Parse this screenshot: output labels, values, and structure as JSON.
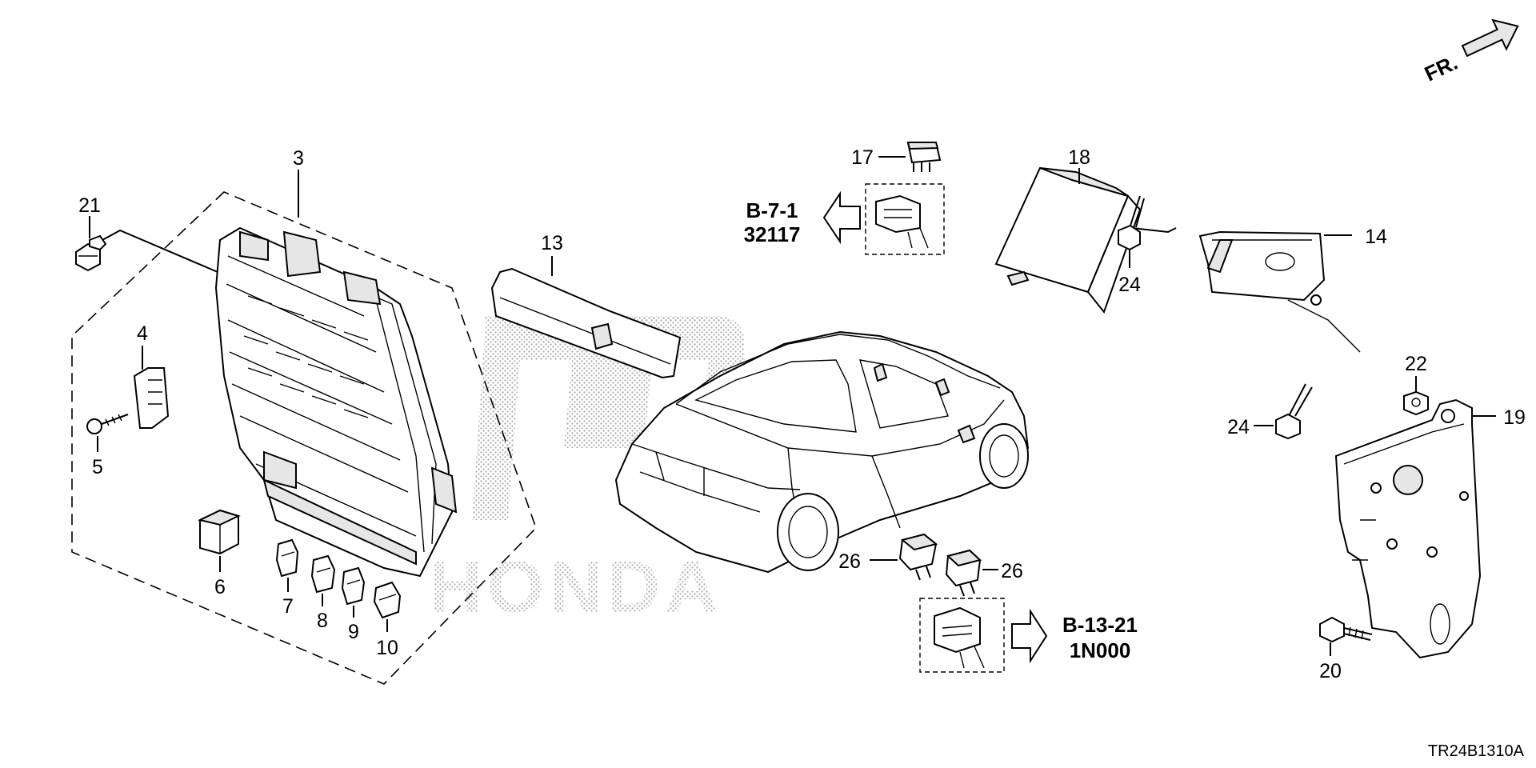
{
  "figure_code": "TR24B1310A",
  "front_indicator": "FR.",
  "references": [
    {
      "id": "ref-b71",
      "line1": "B-7-1",
      "line2": "32117"
    },
    {
      "id": "ref-b1321",
      "line1": "B-13-21",
      "line2": "1N000"
    }
  ],
  "callouts": {
    "c3": "3",
    "c4": "4",
    "c5": "5",
    "c6": "6",
    "c7": "7",
    "c8": "8",
    "c9": "9",
    "c10": "10",
    "c13": "13",
    "c14": "14",
    "c17": "17",
    "c18": "18",
    "c19": "19",
    "c20": "20",
    "c21": "21",
    "c22": "22",
    "c24a": "24",
    "c24b": "24",
    "c26a": "26",
    "c26b": "26"
  },
  "watermark_brand": "HONDA"
}
